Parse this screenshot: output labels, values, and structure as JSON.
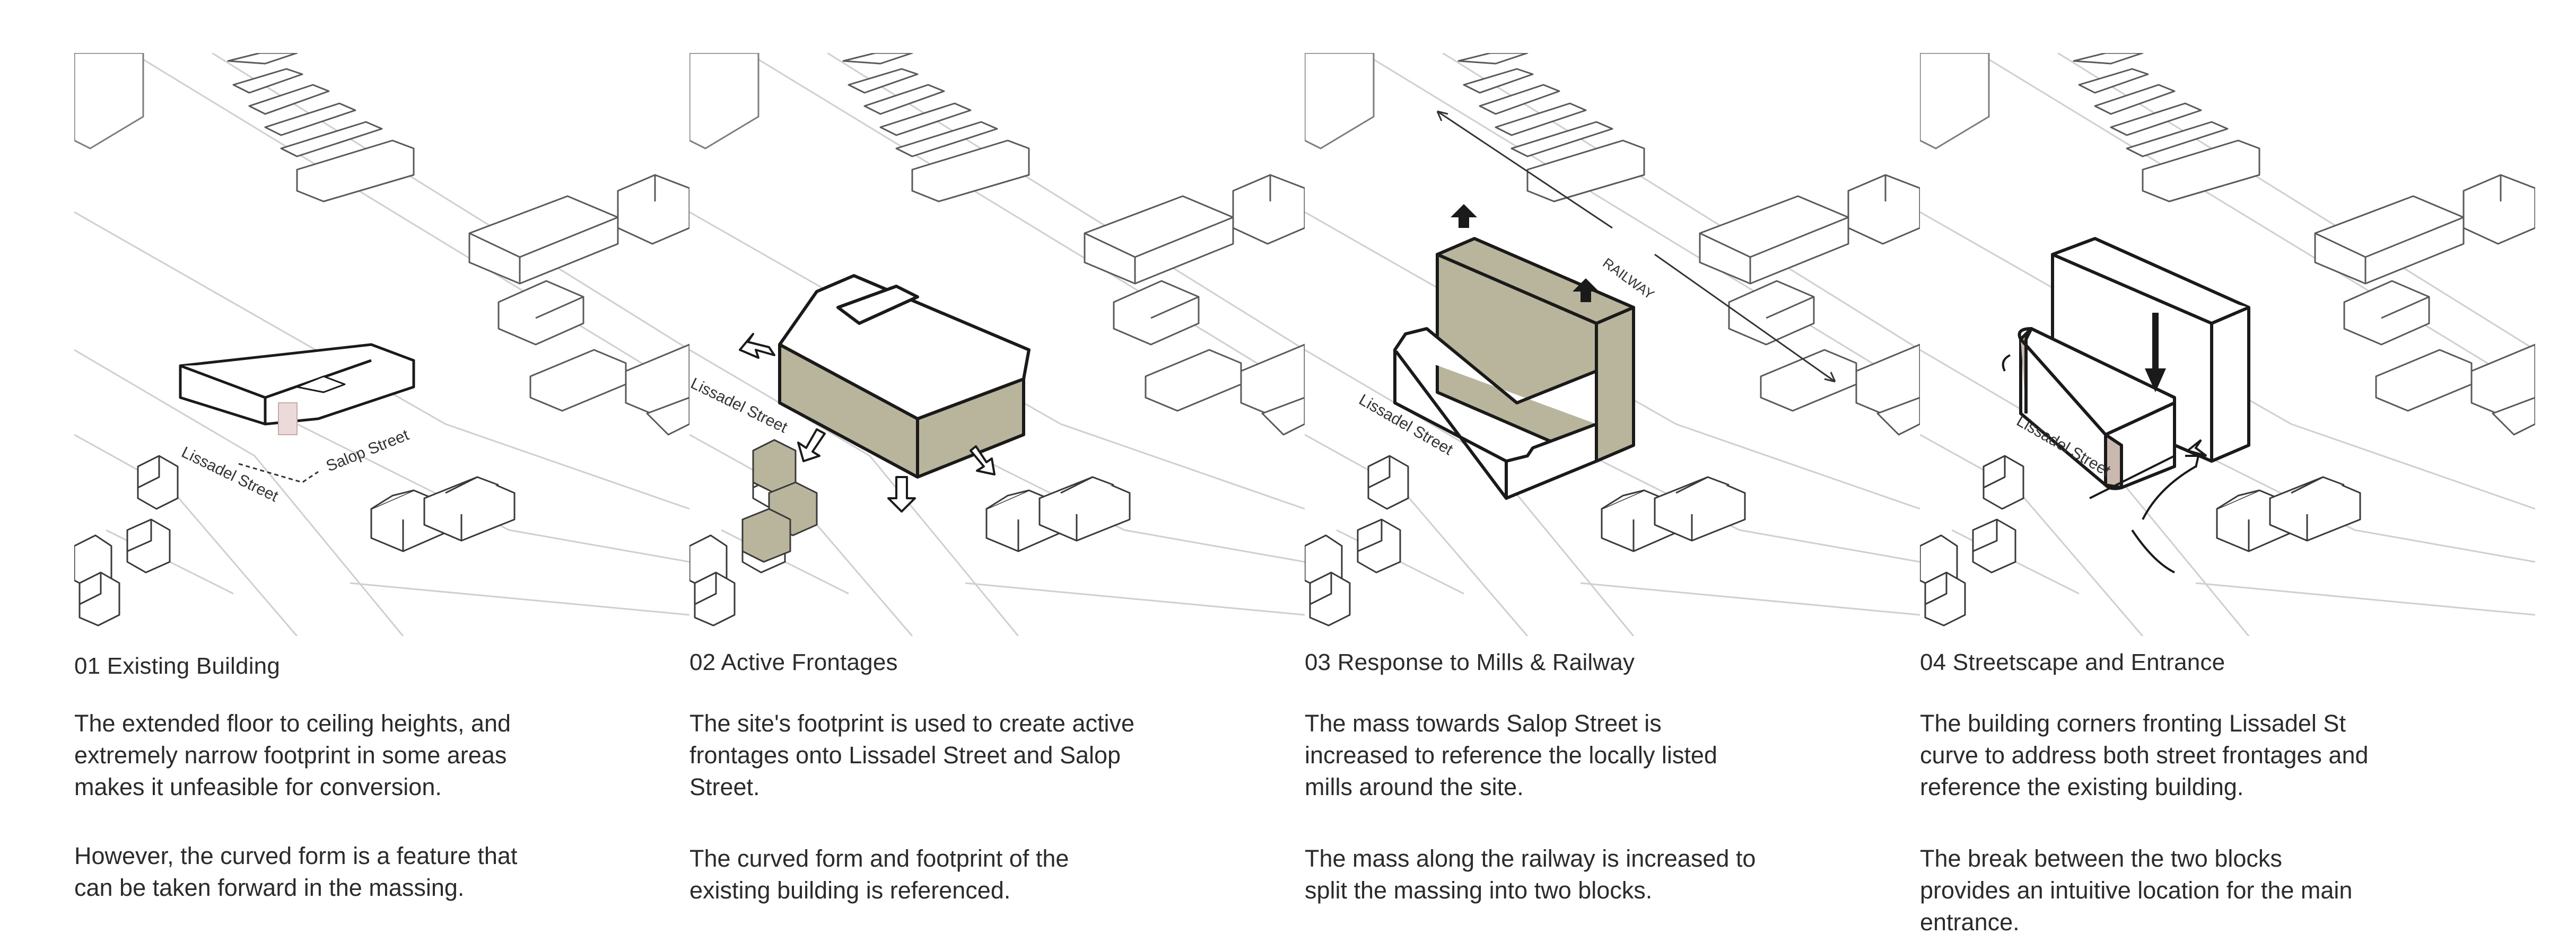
{
  "colors": {
    "line": "#1a1a1a",
    "context_line": "#9a9a9a",
    "light_line": "#cfcfcf",
    "olive_fill": "#b8b59c",
    "pink_fill": "#ecdada",
    "mauve_fill": "#c8b8ae"
  },
  "panels": [
    {
      "title": "01 Existing Building",
      "paragraphs": [
        "The extended floor to ceiling heights, and extremely narrow footprint in some areas makes it unfeasible for conversion.",
        "However, the curved form is a feature that can be taken forward in the massing."
      ],
      "labels": {
        "street_a": "Lissadel Street",
        "street_b": "Salop Street"
      }
    },
    {
      "title": "02 Active Frontages",
      "paragraphs": [
        "The site's footprint is used to create active frontages onto Lissadel Street and Salop Street.",
        "The curved form and footprint of the existing building is referenced."
      ],
      "labels": {
        "street_a": "Lissadel Street"
      }
    },
    {
      "title": "03 Response to Mills & Railway",
      "paragraphs": [
        "The mass towards Salop Street is increased to reference the locally listed mills around the site.",
        "The mass along the railway is increased to split the massing into two blocks."
      ],
      "labels": {
        "street_a": "Lissadel Street",
        "railway": "RAILWAY"
      }
    },
    {
      "title": "04 Streetscape and Entrance",
      "paragraphs": [
        "The building corners fronting Lissadel St curve to address both street frontages and reference the existing building.",
        "The break between the two blocks provides an intuitive location for the main entrance."
      ],
      "labels": {
        "street_a": "Lissadel Street"
      }
    }
  ]
}
